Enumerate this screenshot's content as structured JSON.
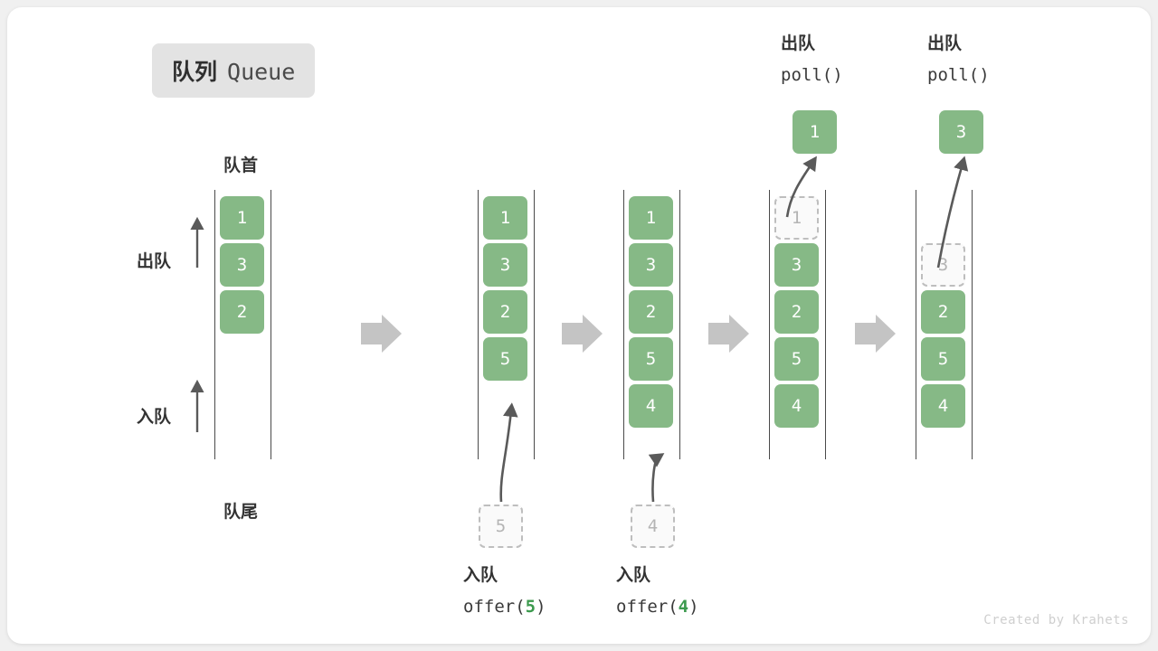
{
  "title": {
    "cn": "队列",
    "en": "Queue"
  },
  "labels": {
    "front": "队首",
    "rear": "队尾",
    "dequeue": "出队",
    "enqueue": "入队"
  },
  "credit": "Created by Krahets",
  "colors": {
    "canvas": "#f0f0f0",
    "card": "#ffffff",
    "badge_bg": "#e3e3e3",
    "cell_green": "#86b986",
    "ghost_border": "#bebebe",
    "ghost_fill": "#fafafa",
    "ghost_text": "#b4b4b4",
    "rail": "#4a4a4a",
    "step_arrow": "#c4c4c4",
    "curve_arrow": "#5a5a5a",
    "code_arg_green": "#3c9a4e",
    "credit_text": "#cfcfcf"
  },
  "steps": [
    {
      "id": "initial",
      "op_cn": "",
      "op_code": "",
      "cells": [
        {
          "value": "1",
          "state": "filled"
        },
        {
          "value": "3",
          "state": "filled"
        },
        {
          "value": "2",
          "state": "filled"
        }
      ],
      "pending": null,
      "popped": null
    },
    {
      "id": "offer-5",
      "op_cn": "入队",
      "op_code_prefix": "offer(",
      "op_code_arg": "5",
      "op_code_suffix": ")",
      "cells": [
        {
          "value": "1",
          "state": "filled"
        },
        {
          "value": "3",
          "state": "filled"
        },
        {
          "value": "2",
          "state": "filled"
        },
        {
          "value": "5",
          "state": "filled"
        }
      ],
      "pending": {
        "value": "5",
        "state": "ghost"
      },
      "popped": null
    },
    {
      "id": "offer-4",
      "op_cn": "入队",
      "op_code_prefix": "offer(",
      "op_code_arg": "4",
      "op_code_suffix": ")",
      "cells": [
        {
          "value": "1",
          "state": "filled"
        },
        {
          "value": "3",
          "state": "filled"
        },
        {
          "value": "2",
          "state": "filled"
        },
        {
          "value": "5",
          "state": "filled"
        },
        {
          "value": "4",
          "state": "filled"
        }
      ],
      "pending": {
        "value": "4",
        "state": "ghost"
      },
      "popped": null
    },
    {
      "id": "poll-1",
      "op_cn": "出队",
      "op_code_prefix": "poll(",
      "op_code_arg": "",
      "op_code_suffix": ")",
      "cells": [
        {
          "value": "1",
          "state": "ghost"
        },
        {
          "value": "3",
          "state": "filled"
        },
        {
          "value": "2",
          "state": "filled"
        },
        {
          "value": "5",
          "state": "filled"
        },
        {
          "value": "4",
          "state": "filled"
        }
      ],
      "pending": null,
      "popped": {
        "value": "1",
        "state": "filled"
      }
    },
    {
      "id": "poll-3",
      "op_cn": "出队",
      "op_code_prefix": "poll(",
      "op_code_arg": "",
      "op_code_suffix": ")",
      "cells": [
        {
          "value": "",
          "state": "empty"
        },
        {
          "value": "3",
          "state": "ghost"
        },
        {
          "value": "2",
          "state": "filled"
        },
        {
          "value": "5",
          "state": "filled"
        },
        {
          "value": "4",
          "state": "filled"
        }
      ],
      "pending": null,
      "popped": {
        "value": "3",
        "state": "filled"
      }
    }
  ]
}
